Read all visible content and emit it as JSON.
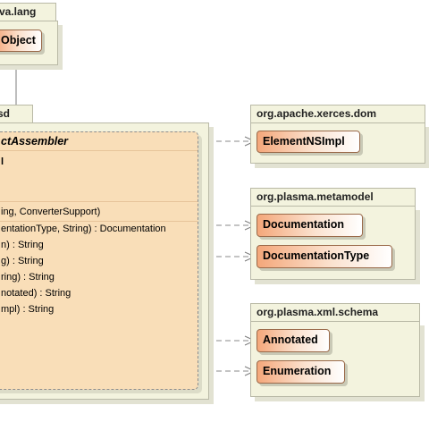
{
  "packages": {
    "java_lang": {
      "name": "va.lang"
    },
    "sd": {
      "name": "sd"
    },
    "xerces_dom": {
      "name": "org.apache.xerces.dom"
    },
    "metamodel": {
      "name": "org.plasma.metamodel"
    },
    "xml_schema": {
      "name": "org.plasma.xml.schema"
    }
  },
  "classes": {
    "object": "Object",
    "element_ns_impl": "ElementNSImpl",
    "documentation": "Documentation",
    "documentation_type": "DocumentationType",
    "annotated": "Annotated",
    "enumeration": "Enumeration"
  },
  "assembler": {
    "name": "ctAssembler",
    "attribute_marker": "l",
    "constructor": "ing, ConverterSupport)",
    "operations": [
      "entationType, String) : Documentation",
      "n) : String",
      "g) : String",
      "ring) : String",
      "notated) : String",
      "mpl) : String"
    ]
  }
}
